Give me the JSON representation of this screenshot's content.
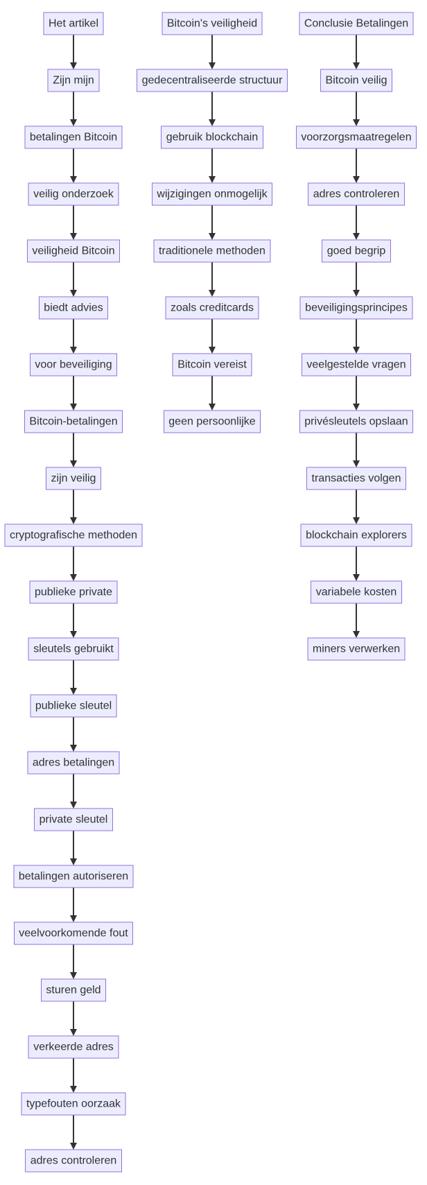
{
  "flowchart": {
    "columns": [
      {
        "id": "artikel",
        "nodes": [
          "Het artikel",
          "Zijn mijn",
          "betalingen Bitcoin",
          "veilig onderzoek",
          "veiligheid Bitcoin",
          "biedt advies",
          "voor beveiliging",
          "Bitcoin-betalingen",
          "zijn veilig",
          "cryptografische methoden",
          "publieke private",
          "sleutels gebruikt",
          "publieke sleutel",
          "adres betalingen",
          "private sleutel",
          "betalingen autoriseren",
          "veelvoorkomende fout",
          "sturen geld",
          "verkeerde adres",
          "typefouten oorzaak",
          "adres controleren"
        ]
      },
      {
        "id": "veiligheid",
        "nodes": [
          "Bitcoin's veiligheid",
          "gedecentraliseerde structuur",
          "gebruik blockchain",
          "wijzigingen onmogelijk",
          "traditionele methoden",
          "zoals creditcards",
          "Bitcoin vereist",
          "geen persoonlijke"
        ]
      },
      {
        "id": "conclusie",
        "nodes": [
          "Conclusie Betalingen",
          "Bitcoin veilig",
          "voorzorgsmaatregelen",
          "adres controleren",
          "goed begrip",
          "beveiligingsprincipes",
          "veelgestelde vragen",
          "privésleutels opslaan",
          "transacties volgen",
          "blockchain explorers",
          "variabele kosten",
          "miners verwerken"
        ]
      }
    ],
    "colors": {
      "node_fill": "#ECECFF",
      "node_border": "#9370DB",
      "edge": "#333333",
      "text": "#333333"
    }
  }
}
